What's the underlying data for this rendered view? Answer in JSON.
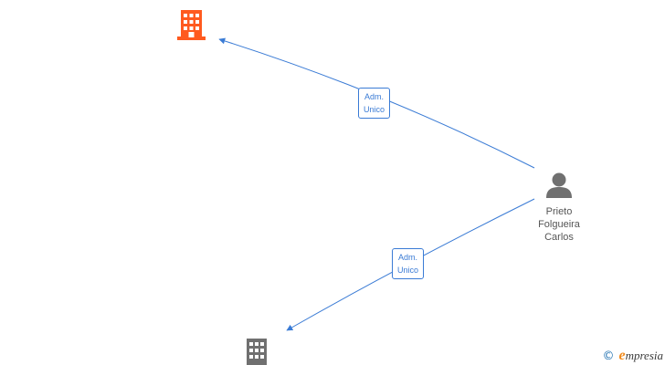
{
  "nodes": {
    "company_top": {
      "icon": "building-icon",
      "color": "#ff5a1f"
    },
    "company_bottom": {
      "icon": "building-icon",
      "color": "#707070"
    },
    "person": {
      "icon": "person-icon",
      "color": "#707070",
      "name_lines": [
        "Prieto",
        "Folgueira",
        "Carlos"
      ]
    }
  },
  "edges": [
    {
      "from": "person",
      "to": "company_top",
      "label_lines": [
        "Adm.",
        "Unico"
      ]
    },
    {
      "from": "person",
      "to": "company_bottom",
      "label_lines": [
        "Adm.",
        "Unico"
      ]
    }
  ],
  "colors": {
    "edge": "#3a7bd5",
    "label_text": "#3a7bd5",
    "person_name": "#555555"
  },
  "brand": {
    "copyright_symbol": "©",
    "initial": "e",
    "rest": "mpresia"
  }
}
